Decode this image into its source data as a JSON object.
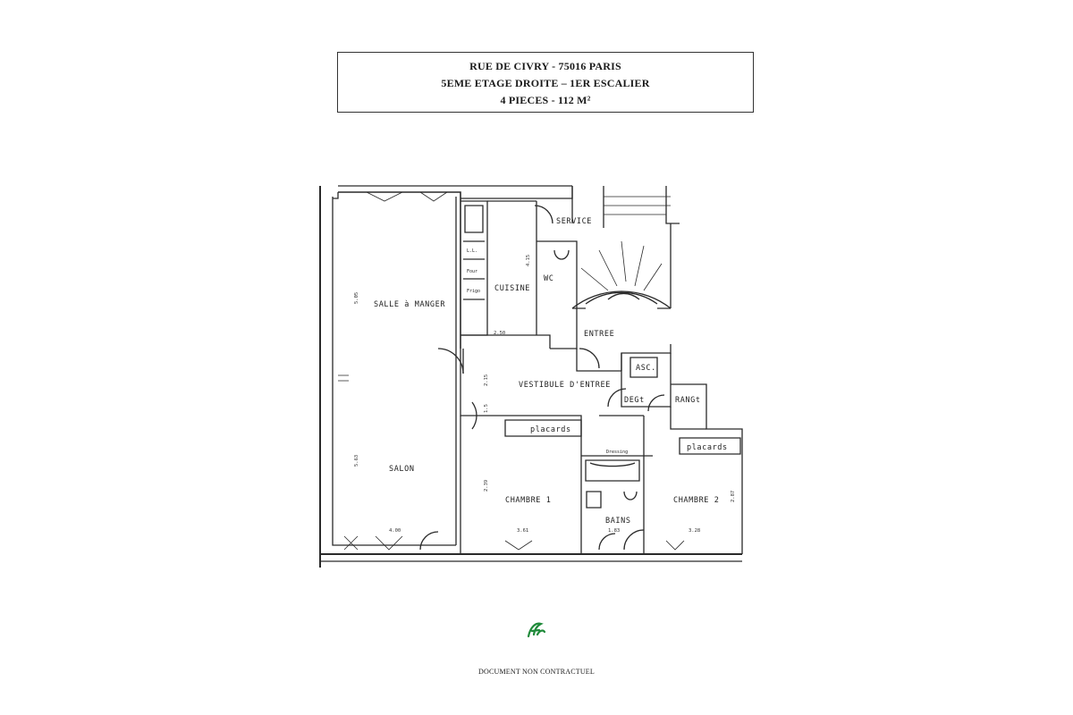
{
  "header": {
    "line1": "RUE DE CIVRY - 75016 PARIS",
    "line2": "5EME ETAGE DROITE – 1ER ESCALIER",
    "line3": "4 PIECES - 112 M²"
  },
  "rooms": {
    "salle_a_manger": "SALLE à MANGER",
    "salon": "SALON",
    "cuisine": "CUISINE",
    "wc": "WC",
    "service": "SERVICE",
    "entree": "ENTREE",
    "asc": "ASC.",
    "vestibule": "VESTIBULE D'ENTREE",
    "degt": "DEGt",
    "rangt": "RANGt",
    "placards_1": "placards",
    "placards_2": "placards",
    "dressing": "Dressing",
    "chambre_1": "CHAMBRE 1",
    "chambre_2": "CHAMBRE 2",
    "bains": "BAINS",
    "ll": "L.L.",
    "four": "Four",
    "frigo": "Frigo"
  },
  "dimensions": {
    "d1": "5.05",
    "d2": "5.63",
    "d3": "4.00",
    "d4": "4.15",
    "d5": "2.50",
    "d6": "2.15",
    "d7": "1.5",
    "d8": "2.39",
    "d9": "3.61",
    "d10": "1.83",
    "d11": "3.28",
    "d12": "2.87"
  },
  "footer": {
    "disclaimer": "DOCUMENT NON CONTRACTUEL"
  },
  "colors": {
    "line": "#2a2a2a",
    "logo": "#1f8a3a"
  }
}
